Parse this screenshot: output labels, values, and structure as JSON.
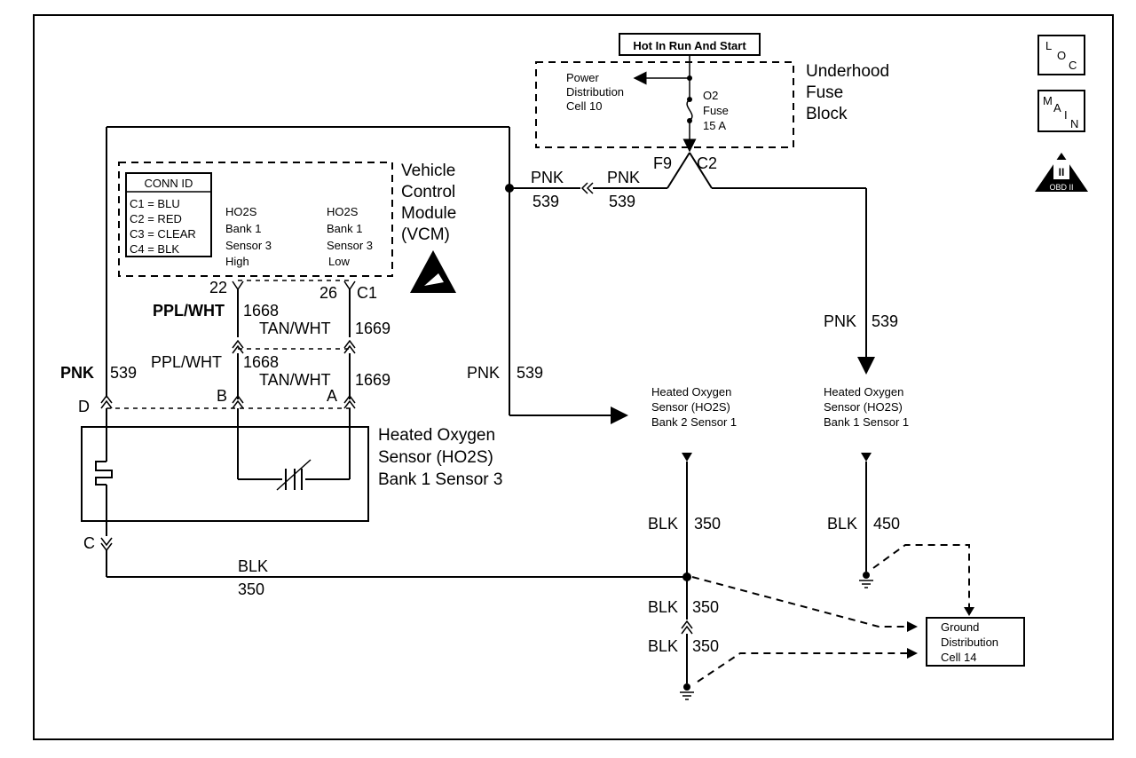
{
  "power": {
    "header": "Hot In Run And Start",
    "fuse_block": [
      "Underhood",
      "Fuse",
      "Block"
    ],
    "power_dist": [
      "Power",
      "Distribution",
      "Cell 10"
    ],
    "fuse": [
      "O2",
      "Fuse",
      "15 A"
    ],
    "conn_left": "F9",
    "conn_right": "C2"
  },
  "icons": {
    "loc": [
      "L",
      "O",
      "C"
    ],
    "main": [
      "M",
      "A",
      "I",
      "N"
    ],
    "obd_label": "OBD II",
    "obd_glyph": "II"
  },
  "vcm": {
    "title": [
      "Vehicle",
      "Control",
      "Module",
      "(VCM)"
    ],
    "conn_id_title": "CONN ID",
    "conn_id_rows": [
      "C1 = BLU",
      "C2 = RED",
      "C3 = CLEAR",
      "C4 = BLK"
    ],
    "high": [
      "HO2S",
      "Bank 1",
      "Sensor 3",
      "High"
    ],
    "low": [
      "HO2S",
      "Bank 1",
      "Sensor 3",
      "Low"
    ],
    "pin_high": "22",
    "pin_low": "26",
    "pin_conn": "C1"
  },
  "wires": {
    "pnk": "PNK",
    "n539": "539",
    "ppl_wht": "PPL/WHT",
    "n1668": "1668",
    "tan_wht": "TAN/WHT",
    "n1669": "1669",
    "blk": "BLK",
    "n350": "350",
    "n450": "450"
  },
  "connector": {
    "d": "D",
    "b": "B",
    "a": "A",
    "c": "C"
  },
  "sensors": {
    "b1s3": [
      "Heated Oxygen",
      "Sensor (HO2S)",
      "Bank 1 Sensor 3"
    ],
    "b2s1": [
      "Heated Oxygen",
      "Sensor (HO2S)",
      "Bank 2 Sensor 1"
    ],
    "b1s1": [
      "Heated Oxygen",
      "Sensor (HO2S)",
      "Bank 1 Sensor 1"
    ]
  },
  "ground": [
    "Ground",
    "Distribution",
    "Cell 14"
  ]
}
